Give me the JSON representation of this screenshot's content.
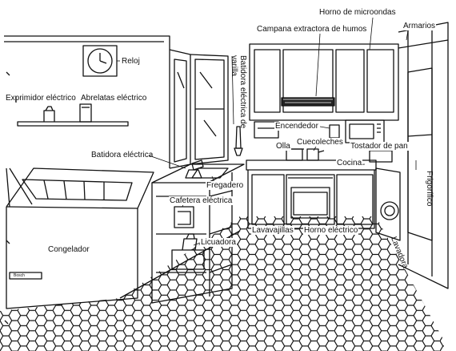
{
  "labels": {
    "horno_microondas": "Horno de microondas",
    "armarios": "Armarios",
    "campana": "Campana extractora de humos",
    "reloj": "Reloj",
    "exprimidor": "Exprimidor eléctrico",
    "abrelatas": "Abrelatas eléctrico",
    "batidora_varilla": "Batidora eléctrica de varilla",
    "encendedor": "Encendedor",
    "olla": "Olla",
    "cuecoleches": "Cuecoleches",
    "tostador": "Tostador de pan",
    "batidora": "Batidora eléctrica",
    "cocina": "Cocina",
    "fregadero": "Fregadero",
    "frigorifico": "Frigorífico",
    "cafetera": "Cafetera eléctrica",
    "licuadora": "Licuadora",
    "congelador": "Congelador",
    "lavavajillas": "Lavavajillas",
    "horno_electrico": "Horno eléctrico",
    "lavadora": "Lavadora"
  },
  "freezer_brand": "Bosch"
}
